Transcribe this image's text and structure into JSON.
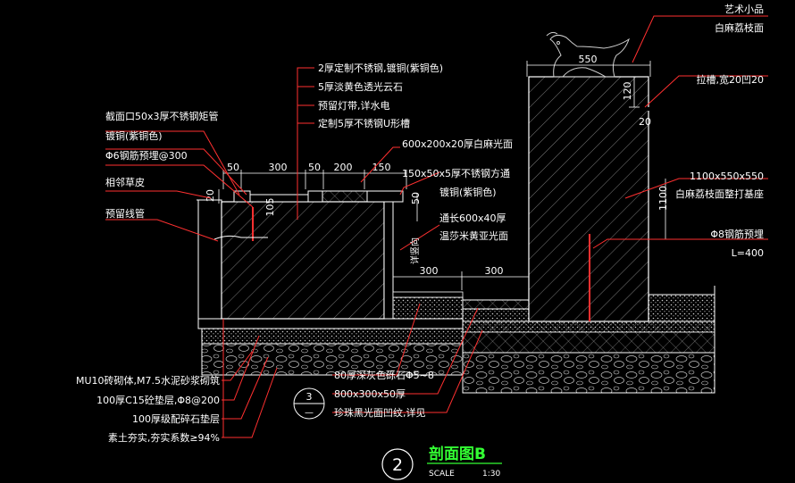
{
  "notes": {
    "art_piece": "艺术小品",
    "white_marble_top": "白麻荔枝面",
    "steel_2mm": "2厚定制不锈钢,镀铜(紫铜色)",
    "cloud_stone_5mm": "5厚淡黄色透光云石",
    "reserved_light": "预留灯带,详水电",
    "u_channel": "定制5厚不锈钢U形槽",
    "granite_600x200": "600x200x20厚白麻光面",
    "tube_50x3": "截面口50x3厚不锈钢矩管",
    "copper_plated_left": "镀铜(紫铜色)",
    "rebar_phi6": "Φ6钢筋预埋@300",
    "adjacent_lawn": "相邻草皮",
    "reserved_conduit": "预留线管",
    "square_tube_150": "150x50x5厚不锈钢方通",
    "copper_plated_right": "镀铜(紫铜色)",
    "long_600x40": "通长600x40厚",
    "rust_yellow": "温莎米黄亚光面",
    "see_vertical": "详竖向",
    "groove": "拉槽,宽20凹20",
    "block_1100": "1100x550x550",
    "block_carved": "白麻荔枝面整打基座",
    "rebar_phi8": "Φ8钢筋预埋",
    "rebar_length": "L=400",
    "brick_mu10": "MU10砖砌体,M7.5水泥砂浆砌筑",
    "concrete_c15": "100厚C15砼垫层,Φ8@200",
    "gravel_100": "100厚级配碎石垫层",
    "soil_compact": "素土夯实,夯实系数≥94%",
    "gravel_80": "80厚深灰色砾石Φ5~8",
    "slab_800": "800x300x50厚",
    "pearl_black": "珍珠黑光面凹纹,详见"
  },
  "dims": {
    "d50a": "50",
    "d300a": "300",
    "d50b": "50",
    "d200": "200",
    "d150": "150",
    "d20": "20",
    "d105": "105",
    "d50v": "50",
    "d300b": "300",
    "d300c": "300",
    "d550": "550",
    "d120": "120",
    "d20b": "20",
    "d1100": "1100"
  },
  "callout": {
    "number": "3",
    "dash": "—"
  },
  "title": {
    "number": "2",
    "text": "剖面图B",
    "scale_label": "SCALE",
    "scale_value": "1:30"
  },
  "colors": {
    "background": "#000000",
    "text": "#ffffff",
    "leader": "#ff3030",
    "title": "#33ff33",
    "hatch": "#d8d8d8"
  }
}
